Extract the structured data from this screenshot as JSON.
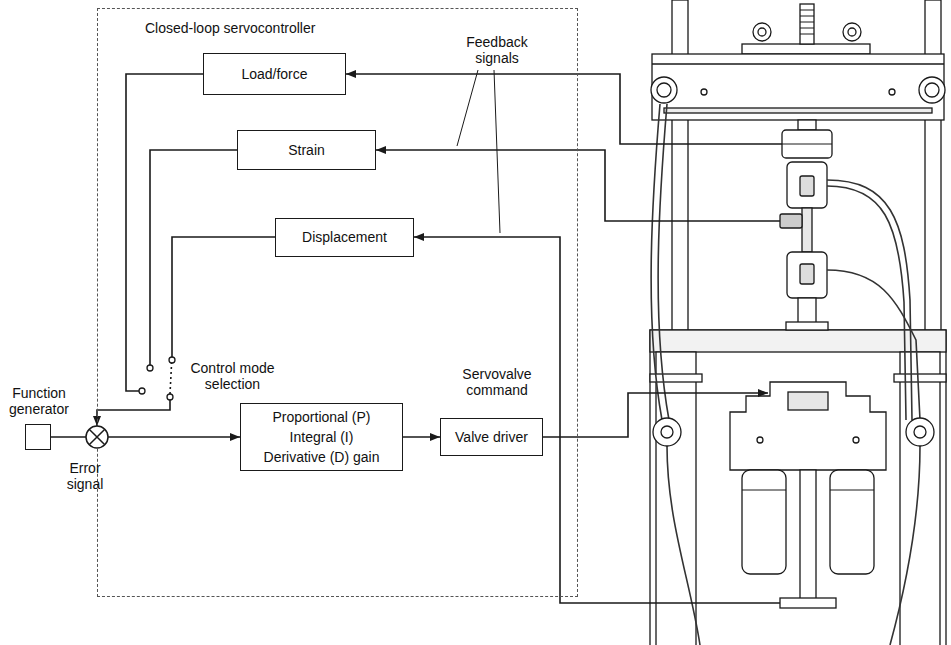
{
  "diagram": {
    "nodes": [
      {
        "text": [
          "Closed-loop servocontroller"
        ]
      },
      {
        "text": [
          "Load/force"
        ],
        "in": 0
      },
      {
        "text": [
          "Strain"
        ],
        "in": 0
      },
      {
        "text": [
          "Displacement"
        ],
        "in": 0
      },
      {
        "text": [
          "Proportional (P) Integral (I) Derivative (D) gain"
        ],
        "in": 0
      },
      {
        "text": [
          "Valve driver"
        ],
        "in": 0
      },
      {
        "text": [
          "Function generator"
        ]
      }
    ],
    "edges": [
      {
        "from": 6,
        "to": 4,
        "arrow": "to"
      },
      {
        "from": 4,
        "to": 5,
        "arrow": "to"
      }
    ],
    "labels": [
      "Feedback signals",
      "Control mode selection",
      "Error signal",
      "Servovalve command"
    ]
  }
}
